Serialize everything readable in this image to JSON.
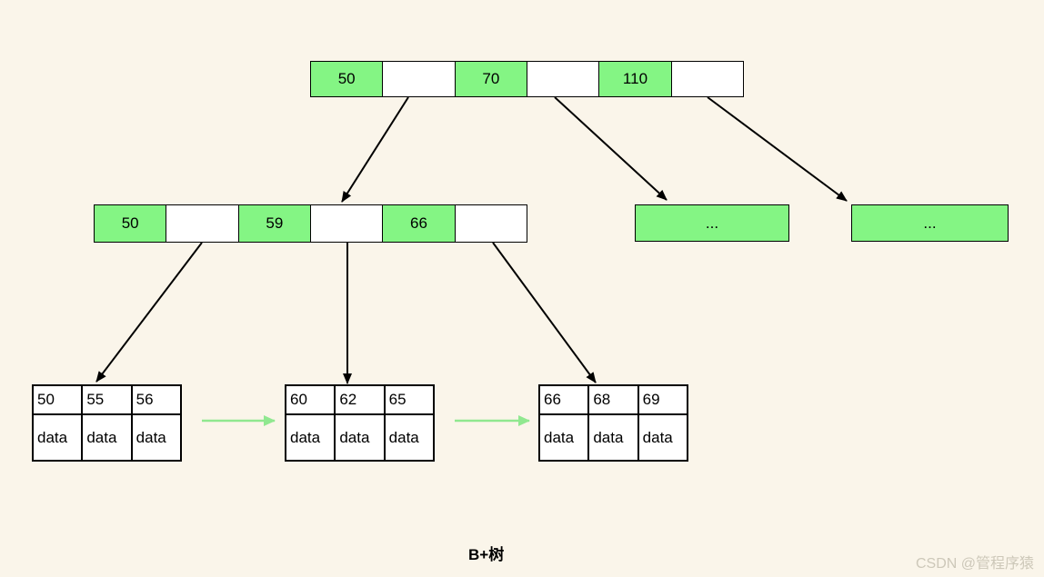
{
  "title": "B+树",
  "watermark": "CSDN @管程序猿",
  "colors": {
    "background": "#FAF5EA",
    "node_green": "#84F584",
    "arrow_black": "#000000",
    "arrow_green": "#90E890",
    "node_border": "#000000",
    "text": "#000000",
    "watermark": "#CDC8B9"
  },
  "tree": {
    "root": {
      "keys": [
        "50",
        "70",
        "110"
      ]
    },
    "internal": {
      "keys": [
        "50",
        "59",
        "66"
      ]
    },
    "ellipsis_nodes": [
      "...",
      "..."
    ],
    "leaves": [
      {
        "keys": [
          "50",
          "55",
          "56"
        ],
        "data": [
          "data",
          "data",
          "data"
        ]
      },
      {
        "keys": [
          "60",
          "62",
          "65"
        ],
        "data": [
          "data",
          "data",
          "data"
        ]
      },
      {
        "keys": [
          "66",
          "68",
          "69"
        ],
        "data": [
          "data",
          "data",
          "data"
        ]
      }
    ]
  }
}
